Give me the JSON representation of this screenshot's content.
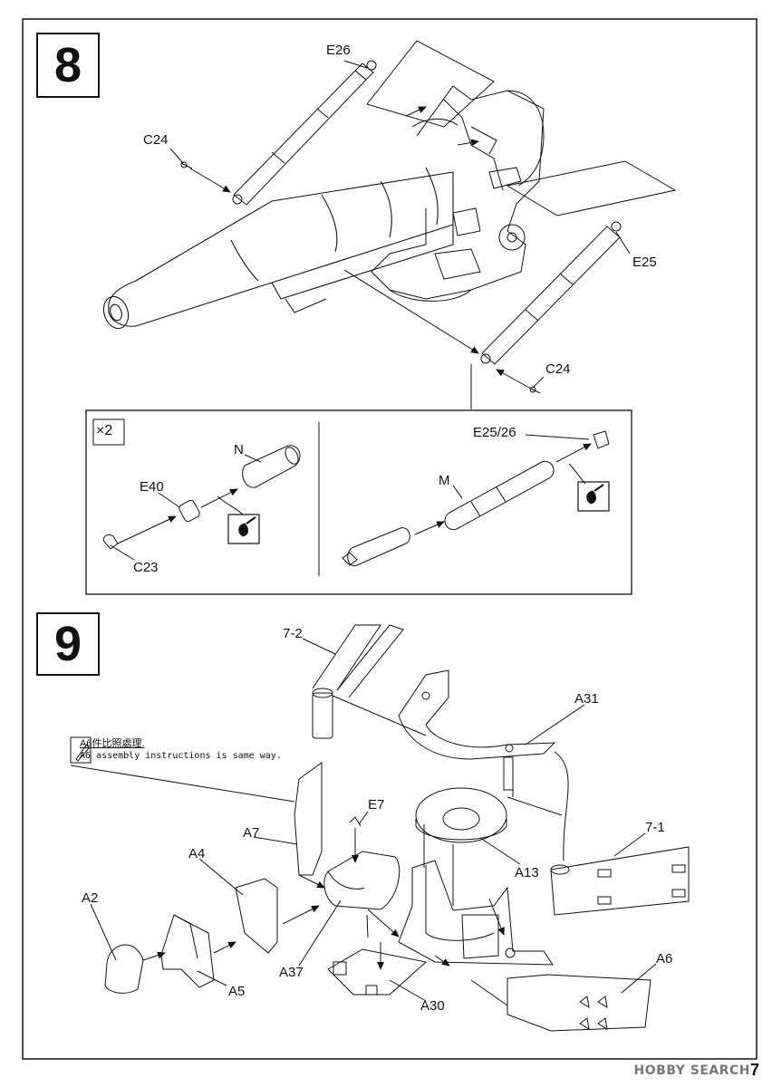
{
  "steps": {
    "step8": {
      "number": "8",
      "parts": {
        "e26": "E26",
        "c24_top": "C24",
        "e25": "E25",
        "c24_bottom": "C24",
        "c23": "C23",
        "e40": "E40",
        "n": "N",
        "e25_26": "E25/26",
        "m": "M"
      },
      "multiplier": "×2"
    },
    "step9": {
      "number": "9",
      "parts": {
        "ref7_2": "7-2",
        "ref7_1": "7-1",
        "a31": "A31",
        "e7": "E7",
        "a7": "A7",
        "a4": "A4",
        "a2": "A2",
        "a5": "A5",
        "a37": "A37",
        "a13": "A13",
        "a30": "A30",
        "a6": "A6"
      },
      "note_cn": "A6件比照處理.",
      "note_en": "A6 assembly instructions is same way."
    }
  },
  "watermark": "HOBBY SEARCH",
  "page_number": "7",
  "icons": [
    "step-8-box",
    "cement-icon",
    "pencil-note-icon"
  ]
}
